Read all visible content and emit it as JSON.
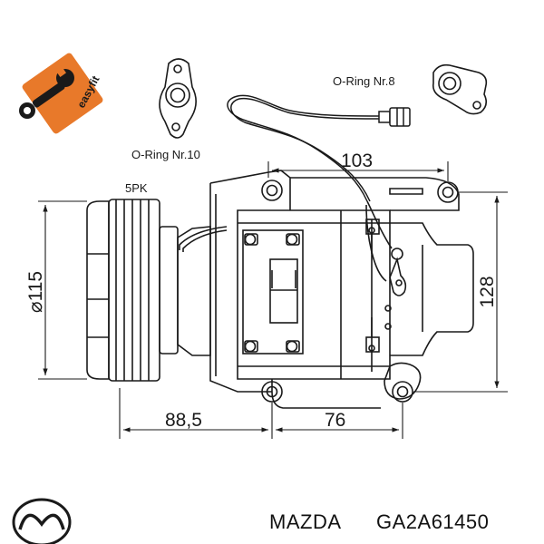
{
  "badge": {
    "text": "easyfit",
    "color": "#e8792a"
  },
  "labels": {
    "oring_10": "O-Ring Nr.10",
    "oring_8": "O-Ring Nr.8",
    "belt": "5PK"
  },
  "dimensions": {
    "width_top": "103",
    "height_right": "128",
    "diameter": "⌀115",
    "offset_left": "88,5",
    "offset_right": "76"
  },
  "footer": {
    "brand": "MAZDA",
    "part_number": "GA2A61450",
    "logo_icon": "mazda-logo-icon"
  }
}
